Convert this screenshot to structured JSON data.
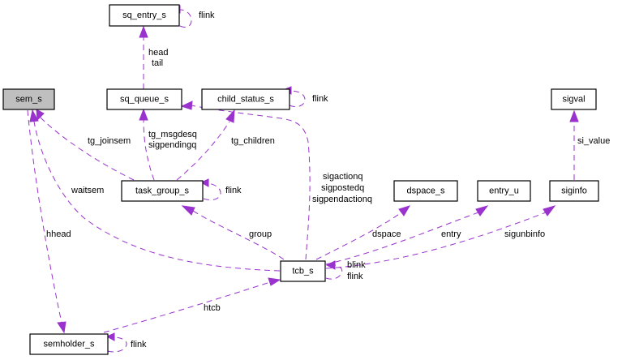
{
  "diagram": {
    "type": "collaboration-graph",
    "edge_color": "#9a32cd",
    "root_fill": "#bfbfbf",
    "nodes": [
      {
        "id": "sem_s",
        "label": "sem_s",
        "highlighted": true
      },
      {
        "id": "sq_entry_s",
        "label": "sq_entry_s"
      },
      {
        "id": "sq_queue_s",
        "label": "sq_queue_s"
      },
      {
        "id": "child_status_s",
        "label": "child_status_s"
      },
      {
        "id": "sigval",
        "label": "sigval"
      },
      {
        "id": "task_group_s",
        "label": "task_group_s"
      },
      {
        "id": "dspace_s",
        "label": "dspace_s"
      },
      {
        "id": "entry_u",
        "label": "entry_u"
      },
      {
        "id": "siginfo",
        "label": "siginfo"
      },
      {
        "id": "tcb_s",
        "label": "tcb_s"
      },
      {
        "id": "semholder_s",
        "label": "semholder_s"
      }
    ],
    "edges": [
      {
        "from": "sq_entry_s",
        "to": "sq_entry_s",
        "labels": [
          "flink"
        ]
      },
      {
        "from": "sq_queue_s",
        "to": "sq_entry_s",
        "labels": [
          "head",
          "tail"
        ]
      },
      {
        "from": "child_status_s",
        "to": "child_status_s",
        "labels": [
          "flink"
        ]
      },
      {
        "from": "task_group_s",
        "to": "sem_s",
        "labels": [
          "tg_joinsem"
        ]
      },
      {
        "from": "task_group_s",
        "to": "sq_queue_s",
        "labels": [
          "tg_msgdesq",
          "sigpendingq"
        ]
      },
      {
        "from": "task_group_s",
        "to": "child_status_s",
        "labels": [
          "tg_children"
        ]
      },
      {
        "from": "task_group_s",
        "to": "task_group_s",
        "labels": [
          "flink"
        ]
      },
      {
        "from": "siginfo",
        "to": "sigval",
        "labels": [
          "si_value"
        ]
      },
      {
        "from": "tcb_s",
        "to": "sem_s",
        "labels": [
          "waitsem"
        ]
      },
      {
        "from": "tcb_s",
        "to": "sq_queue_s",
        "labels": [
          "sigactionq",
          "sigpostedq",
          "sigpendactionq"
        ]
      },
      {
        "from": "tcb_s",
        "to": "task_group_s",
        "labels": [
          "group"
        ]
      },
      {
        "from": "tcb_s",
        "to": "dspace_s",
        "labels": [
          "dspace"
        ]
      },
      {
        "from": "tcb_s",
        "to": "entry_u",
        "labels": [
          "entry"
        ]
      },
      {
        "from": "tcb_s",
        "to": "siginfo",
        "labels": [
          "sigunbinfo"
        ]
      },
      {
        "from": "tcb_s",
        "to": "tcb_s",
        "labels": [
          "blink",
          "flink"
        ]
      },
      {
        "from": "sem_s",
        "to": "semholder_s",
        "labels": [
          "hhead"
        ]
      },
      {
        "from": "semholder_s",
        "to": "tcb_s",
        "labels": [
          "htcb"
        ]
      },
      {
        "from": "semholder_s",
        "to": "semholder_s",
        "labels": [
          "flink"
        ]
      }
    ]
  }
}
